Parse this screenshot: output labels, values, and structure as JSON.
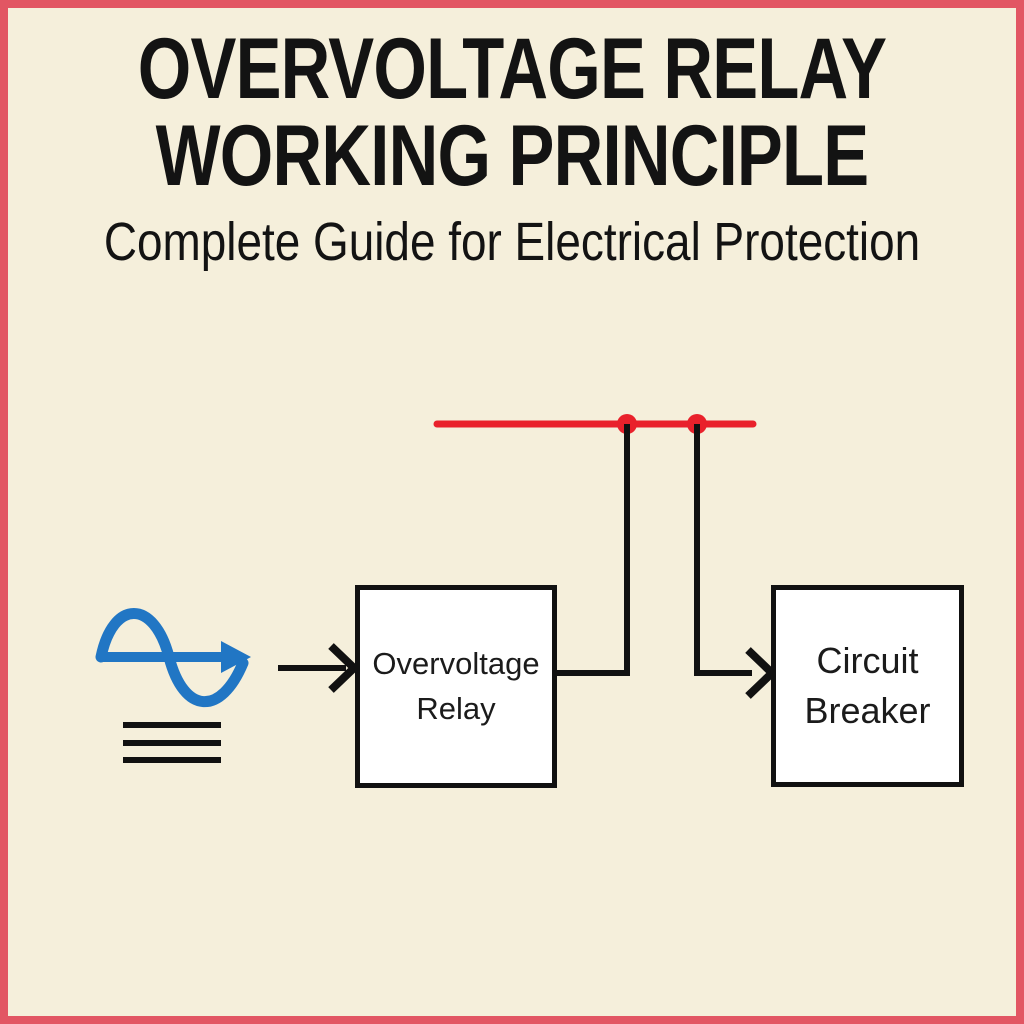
{
  "colors": {
    "page_bg": "#f5efdb",
    "frame_red": "#e25663",
    "bus_red": "#e9212b",
    "accent_blue": "#2176c4",
    "line_black": "#111111",
    "box_bg": "#ffffff",
    "text_black": "#131313"
  },
  "header": {
    "title_line1": "OVERVOLTAGE RELAY",
    "title_line2": "WORKING PRINCIPLE",
    "subtitle": "Complete Guide for Electrical Protection"
  },
  "diagram": {
    "source_icon": "ac-sine-wave-with-ground-icon",
    "busbar_icon": "red-busbar-with-tap-dots",
    "relay_box_label": "Overvoltage Relay",
    "breaker_box_label": "Circuit Breaker"
  }
}
